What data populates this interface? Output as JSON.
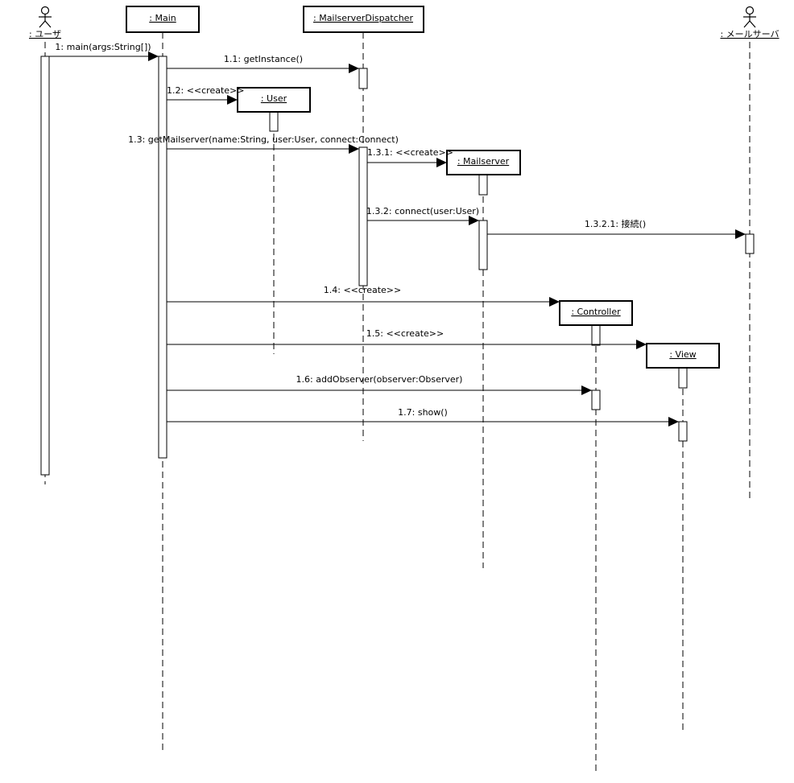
{
  "actors": {
    "user": ": ユーザ",
    "mail_server": ": メールサーバ"
  },
  "objects": {
    "main": ": Main",
    "dispatcher": ": MailserverDispatcher",
    "user": ": User",
    "mailserver": ": Mailserver",
    "controller": ": Controller",
    "view": ": View"
  },
  "messages": {
    "m1": "1: main(args:String[])",
    "m1_1": "1.1: getInstance()",
    "m1_2": "1.2: <<create>>",
    "m1_3": "1.3: getMailserver(name:String, user:User, connect:Connect)",
    "m1_3_1": "1.3.1: <<create>>",
    "m1_3_2": "1.3.2: connect(user:User)",
    "m1_3_2_1": "1.3.2.1: 接続()",
    "m1_4": "1.4: <<create>>",
    "m1_5": "1.5: <<create>>",
    "m1_6": "1.6: addObserver(observer:Observer)",
    "m1_7": "1.7: show()"
  }
}
